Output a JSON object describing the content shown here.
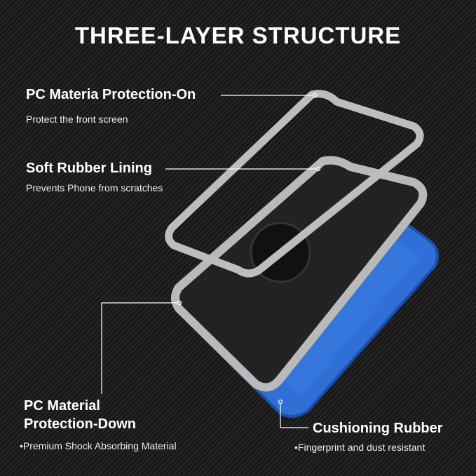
{
  "title": "THREE-LAYER STRUCTURE",
  "callouts": [
    {
      "heading": "PC Materia Protection-On",
      "subtext": "Protect the front screen"
    },
    {
      "heading": "Soft Rubber Lining",
      "subtext": "Prevents Phone from scratches"
    },
    {
      "heading": "PC Material",
      "heading2": "Protection-Down",
      "subtext": "•Premium Shock Absorbing Material"
    },
    {
      "heading": "Cushioning Rubber",
      "subtext": "•Fingerprint and dust resistant"
    }
  ],
  "colors": {
    "background": "#1b1b1b",
    "case_blue": "#2f6fd6",
    "frame_gray": "#b9b9b9"
  }
}
